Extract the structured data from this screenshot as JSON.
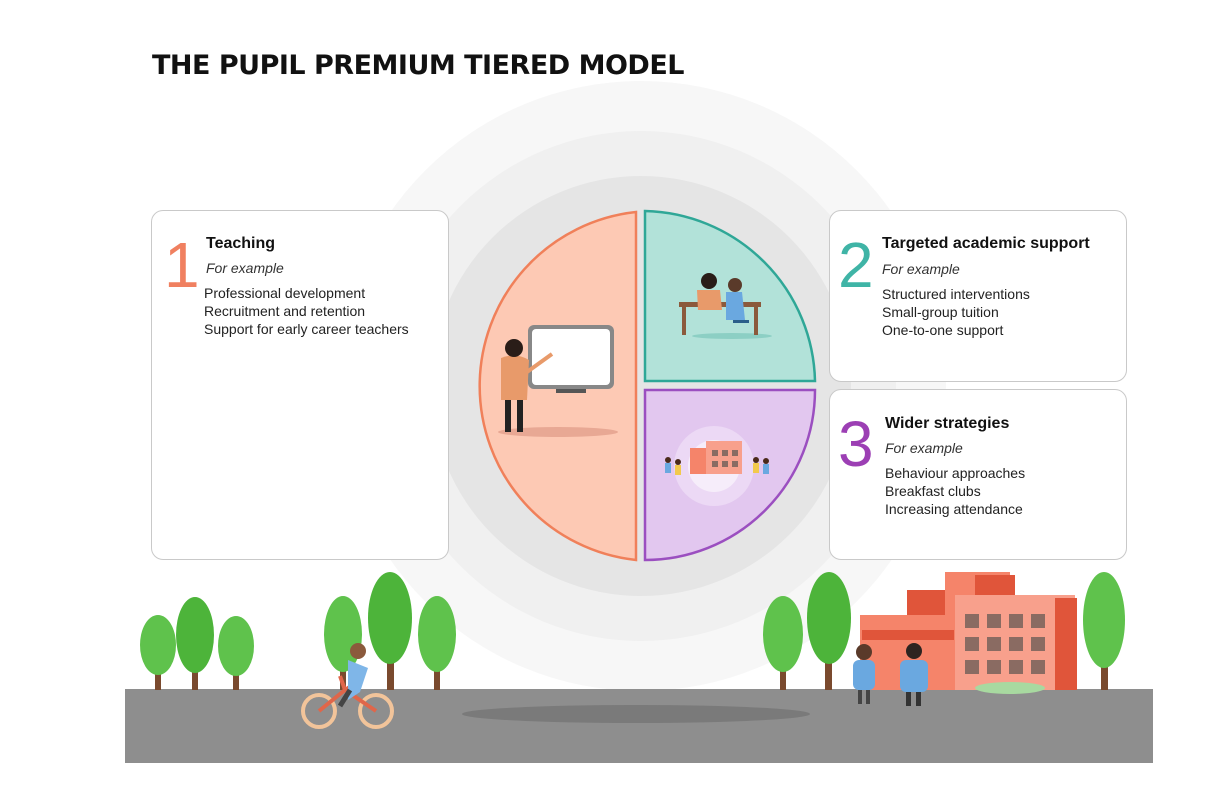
{
  "title": "THE PUPIL PREMIUM TIERED MODEL",
  "tiers": [
    {
      "number": "1",
      "heading": "Teaching",
      "sub": "For example",
      "items": [
        "Professional development",
        "Recruitment and retention",
        "Support for early career teachers"
      ],
      "color": "#f08060"
    },
    {
      "number": "2",
      "heading": "Targeted academic support",
      "sub": "For example",
      "items": [
        "Structured interventions",
        "Small-group tuition",
        "One-to-one support"
      ],
      "color": "#3fb4a6"
    },
    {
      "number": "3",
      "heading": "Wider strategies",
      "sub": "For example",
      "items": [
        "Behaviour approaches",
        "Breakfast clubs",
        "Increasing attendance"
      ],
      "color": "#9c3fb4"
    }
  ],
  "colors": {
    "teaching_fill": "#fdc9b4",
    "teaching_stroke": "#f0805a",
    "targeted_fill": "#b2e2d9",
    "targeted_stroke": "#2fa797",
    "wider_fill": "#e2c7ef",
    "wider_stroke": "#9b4fc0",
    "ground": "#8e8e8e",
    "tree": "#5fc24c"
  },
  "icons": [
    "teacher-whiteboard-illustration",
    "tutoring-table-illustration",
    "school-building-illustration",
    "cyclist-illustration",
    "tree-icon"
  ]
}
